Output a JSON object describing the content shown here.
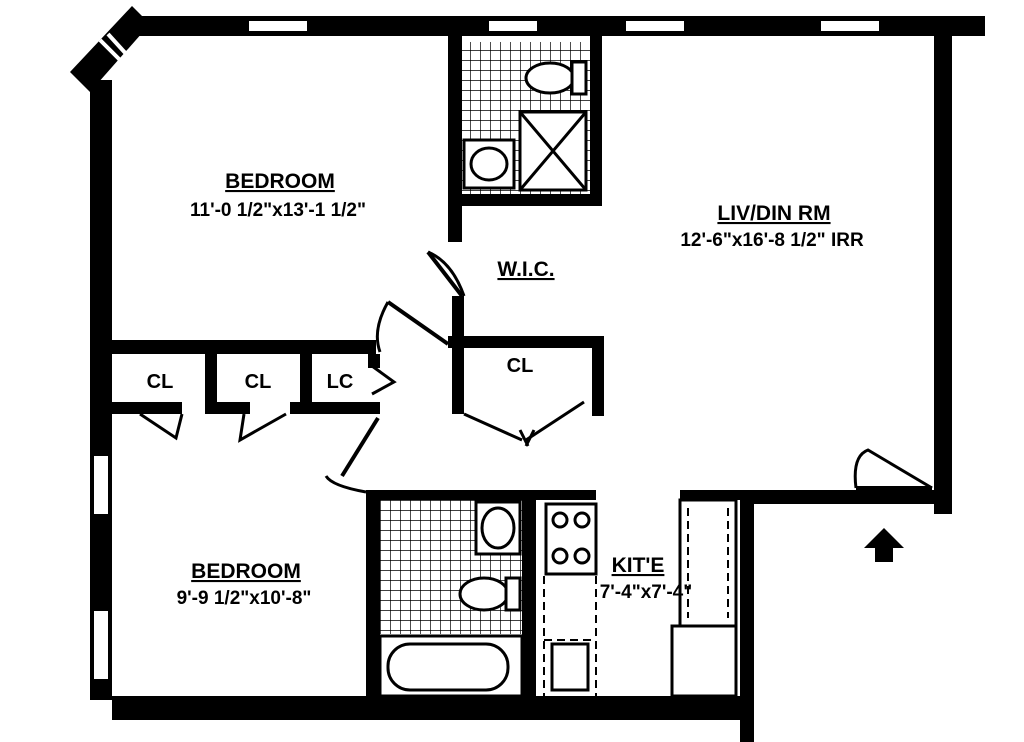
{
  "rooms": {
    "bedroom1": {
      "name": "BEDROOM",
      "dims": "11'-0 1/2\"x13'-1 1/2\""
    },
    "livdin": {
      "name": "LIV/DIN RM",
      "dims": "12'-6\"x16'-8 1/2\" IRR"
    },
    "wic": {
      "name": "W.I.C."
    },
    "bedroom2": {
      "name": "BEDROOM",
      "dims": "9'-9 1/2\"x10'-8\""
    },
    "kitchen": {
      "name": "KIT'E",
      "dims": "7'-4\"x7'-4\""
    }
  },
  "closets": {
    "cl1": "CL",
    "cl2": "CL",
    "lc": "LC",
    "cl_hall": "CL"
  },
  "icons": {
    "entry": "up-arrow-icon"
  }
}
